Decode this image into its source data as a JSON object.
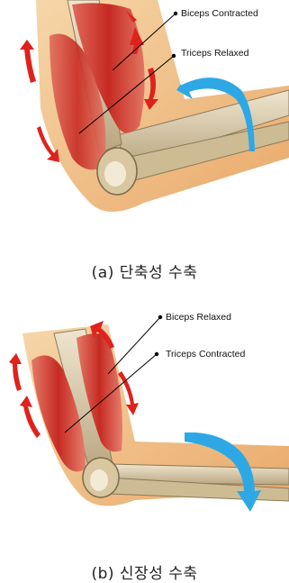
{
  "panel_a": {
    "label_1": "Biceps Contracted",
    "label_2": "Triceps Relaxed",
    "caption": "(a) 단축성 수축",
    "colors": {
      "muscle": "#c8281f",
      "bone": "#d9c9a6",
      "skin": "#efc08a",
      "arrow_red": "#e0211c",
      "arrow_blue": "#2ea8e4"
    }
  },
  "panel_b": {
    "label_1": "Biceps Relaxed",
    "label_2": "Triceps Contracted",
    "caption": "(b) 신장성 수축"
  }
}
